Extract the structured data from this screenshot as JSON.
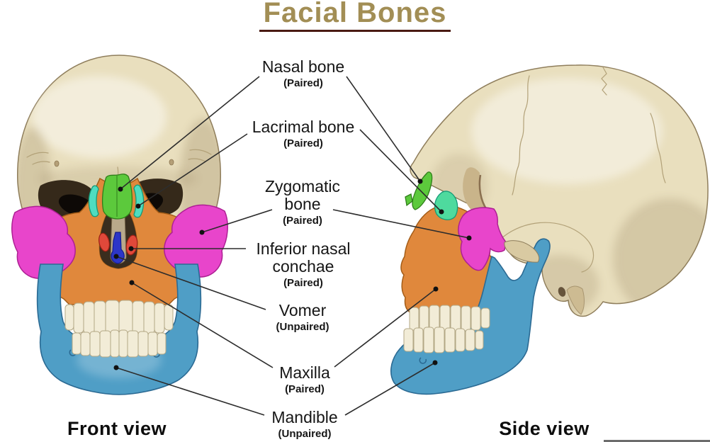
{
  "title": "Facial Bones",
  "captions": {
    "front": "Front view",
    "side": "Side view"
  },
  "labels": [
    {
      "name": "Nasal bone",
      "pairing": "(Paired)"
    },
    {
      "name": "Lacrimal bone",
      "pairing": "(Paired)"
    },
    {
      "name": "Zygomatic bone",
      "pairing": "(Paired)"
    },
    {
      "name": "Inferior nasal conchae",
      "pairing": "(Paired)"
    },
    {
      "name": "Vomer",
      "pairing": "(Unpaired)"
    },
    {
      "name": "Maxilla",
      "pairing": "(Paired)"
    },
    {
      "name": "Mandible",
      "pairing": "(Unpaired)"
    }
  ],
  "colors": {
    "title": "#a28e55",
    "title_underline": "#4a1a12",
    "label_text": "#161616",
    "bone": "#e9dfbe",
    "bone_shade": "#d9caa2",
    "bone_outline": "#8f7e5c",
    "nasal_bone": "#5cc93c",
    "nasal_outline": "#2f7d1a",
    "lacrimal_bone": "#4fdcc0",
    "lacrimal_side": "#4eda9e",
    "lacrimal_outline": "#159a78",
    "zygomatic_bone": "#e845cb",
    "zygomatic_outline": "#ad2093",
    "maxilla": "#e0883c",
    "maxilla_outline": "#a35c17",
    "conchae": "#e0483a",
    "conchae_outline": "#9a1f14",
    "vomer": "#2c36c8",
    "vomer_outline": "#141c8c",
    "mandible": "#4f9ec6",
    "mandible_outline": "#2b6a93",
    "teeth": "#f2ecd7",
    "teeth_outline": "#b3a785",
    "socket": "#35291a",
    "aperture": "#3a2d1e",
    "leader_line": "#2d2d2d"
  }
}
